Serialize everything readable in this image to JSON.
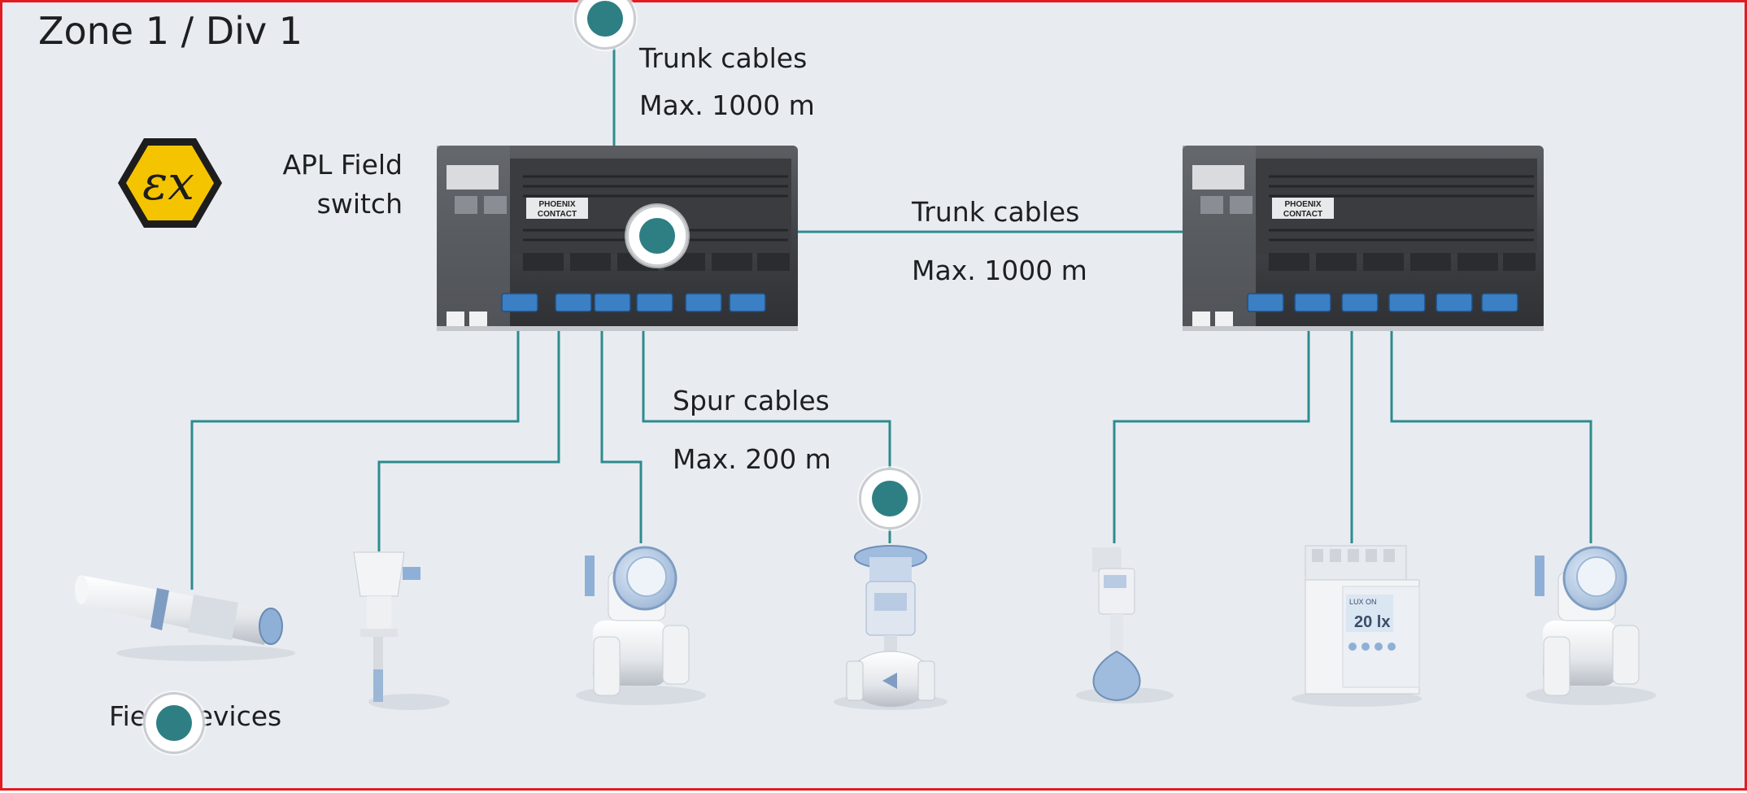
{
  "zone_label": "Zone 1 / Div 1",
  "ex_icon": "ex-hazard-icon",
  "switch_label": {
    "line1": "APL Field",
    "line2": "switch"
  },
  "trunk_top": {
    "line1": "Trunk cables",
    "line2": "Max. 1000 m"
  },
  "trunk_mid": {
    "line1": "Trunk cables",
    "line2": "Max. 1000 m"
  },
  "spur": {
    "line1": "Spur cables",
    "line2": "Max. 200 m"
  },
  "field_devices_label": "Field devices",
  "switch_brand": {
    "line1": "PHOENIX",
    "line2": "CONTACT"
  },
  "display_device": {
    "line1": "LUX ON",
    "line2": "20 lx"
  },
  "colors": {
    "cable": "#2e8b8e",
    "hotspot": "#2e7f83",
    "background": "#e8ecf1",
    "frame": "#e21b22",
    "ex_badge": "#f5c400"
  },
  "icons": [
    "ex-hazard-icon",
    "apl-field-switch-icon",
    "sensor-probe-icon",
    "temperature-sensor-icon",
    "flowmeter-icon",
    "control-valve-icon",
    "level-sensor-icon",
    "display-controller-icon",
    "hotspot-marker-icon"
  ]
}
